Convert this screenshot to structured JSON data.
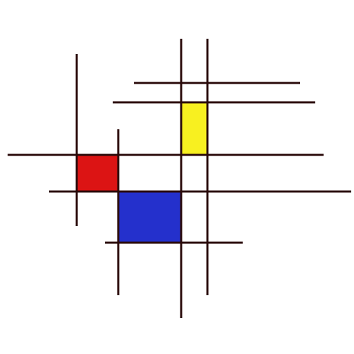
{
  "artwork": {
    "style": "grid-of-lines-with-colored-blocks",
    "background_color": "#ffffff",
    "line_color": "#2a0a0a",
    "colors": {
      "red": "#dc1414",
      "yellow": "#f8f020",
      "blue": "#2430cc"
    },
    "blocks": [
      {
        "name": "red-block",
        "color": "red"
      },
      {
        "name": "yellow-block",
        "color": "yellow"
      },
      {
        "name": "blue-block",
        "color": "blue"
      }
    ]
  }
}
